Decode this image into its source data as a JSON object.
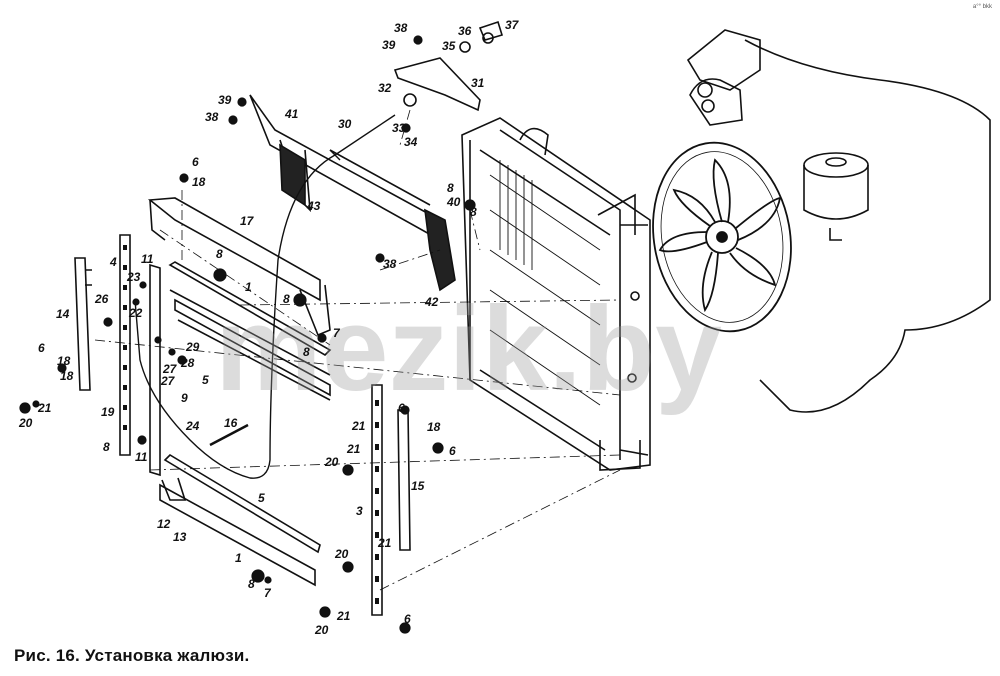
{
  "caption": "Рис. 16. Установка жалюзи.",
  "watermark": "mezik.by",
  "corner_mark": "a°° bkk",
  "callouts": {
    "c1": "1",
    "c1b": "1",
    "c3": "3",
    "c4": "4",
    "c5": "5",
    "c5b": "5",
    "c6a": "6",
    "c6b": "6",
    "c6c": "6",
    "c6d": "6",
    "c7a": "7",
    "c7b": "7",
    "c8a": "8",
    "c8b": "8",
    "c8c": "8",
    "c8d": "8",
    "c8e": "8",
    "c8f": "8",
    "c8g": "8",
    "c9": "9",
    "c11a": "11",
    "c11b": "11",
    "c12": "12",
    "c13": "13",
    "c14": "14",
    "c15": "15",
    "c16": "16",
    "c17": "17",
    "c18a": "18",
    "c18b": "18",
    "c18c": "18",
    "c18d": "18",
    "c19": "19",
    "c20a": "20",
    "c20b": "20",
    "c20c": "20",
    "c20d": "20",
    "c21a": "21",
    "c21b": "21",
    "c21c": "21",
    "c21d": "21",
    "c21e": "21",
    "c22": "22",
    "c23": "23",
    "c24": "24",
    "c26": "26",
    "c27a": "27",
    "c27b": "27",
    "c28": "28",
    "c29": "29",
    "c30": "30",
    "c31": "31",
    "c32": "32",
    "c33": "33",
    "c34": "34",
    "c35": "35",
    "c36": "36",
    "c37": "37",
    "c38a": "38",
    "c38b": "38",
    "c38c": "38",
    "c39a": "39",
    "c39b": "39",
    "c40": "40",
    "c41": "41",
    "c42": "42",
    "c43": "43"
  }
}
